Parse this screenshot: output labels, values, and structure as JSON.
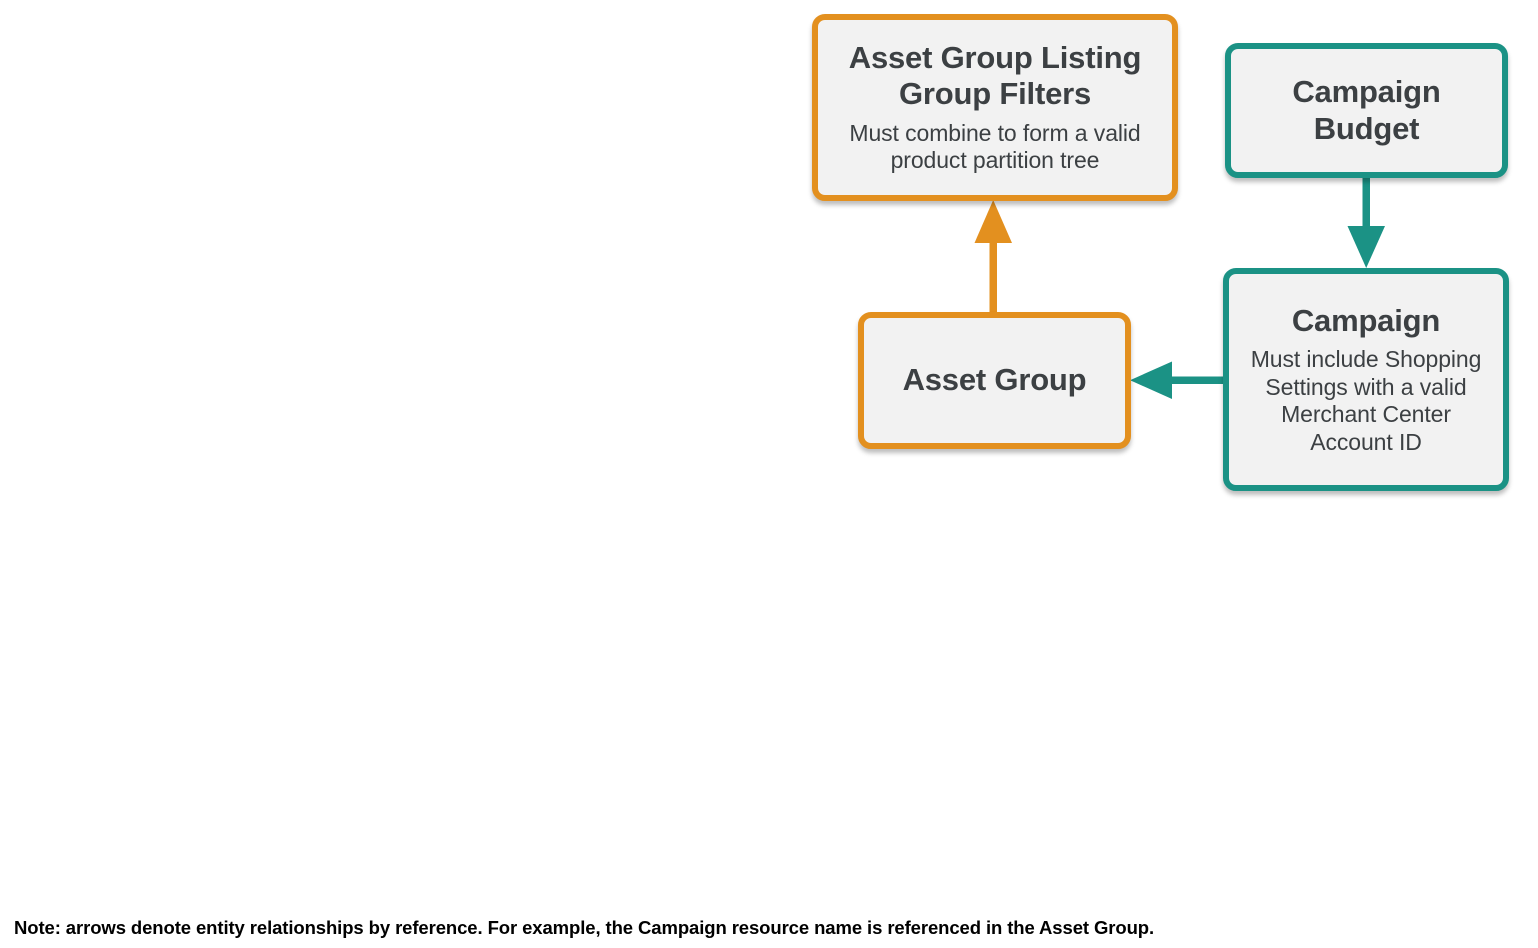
{
  "diagram": {
    "type": "entity-relationship-diagram",
    "background_color": "#FFFFFF",
    "colors": {
      "orange": "#E3901F",
      "teal": "#1B9285",
      "node_fill": "#F2F2F2",
      "text": "#3C4043",
      "note_text": "#000000"
    },
    "nodes": [
      {
        "id": "asset-group-listing-group-filters",
        "title": "Asset Group Listing Group Filters",
        "subtitle": "Must combine to form a valid product partition tree",
        "color": "orange"
      },
      {
        "id": "campaign-budget",
        "title": "Campaign Budget",
        "subtitle": "",
        "color": "teal"
      },
      {
        "id": "asset-group",
        "title": "Asset Group",
        "subtitle": "",
        "color": "orange"
      },
      {
        "id": "campaign",
        "title": "Campaign",
        "subtitle": "Must include Shopping Settings with a valid Merchant Center Account ID",
        "color": "teal"
      }
    ],
    "edges": [
      {
        "id": "asset-group-to-filters",
        "from": "asset-group",
        "to": "asset-group-listing-group-filters",
        "direction": "up",
        "color": "orange"
      },
      {
        "id": "campaign-budget-to-campaign",
        "from": "campaign-budget",
        "to": "campaign",
        "direction": "down",
        "color": "teal"
      },
      {
        "id": "campaign-to-asset-group",
        "from": "campaign",
        "to": "asset-group",
        "direction": "left",
        "color": "teal"
      }
    ],
    "note": "Note: arrows denote entity relationships by reference. For example, the Campaign resource name is referenced in the Asset Group."
  }
}
